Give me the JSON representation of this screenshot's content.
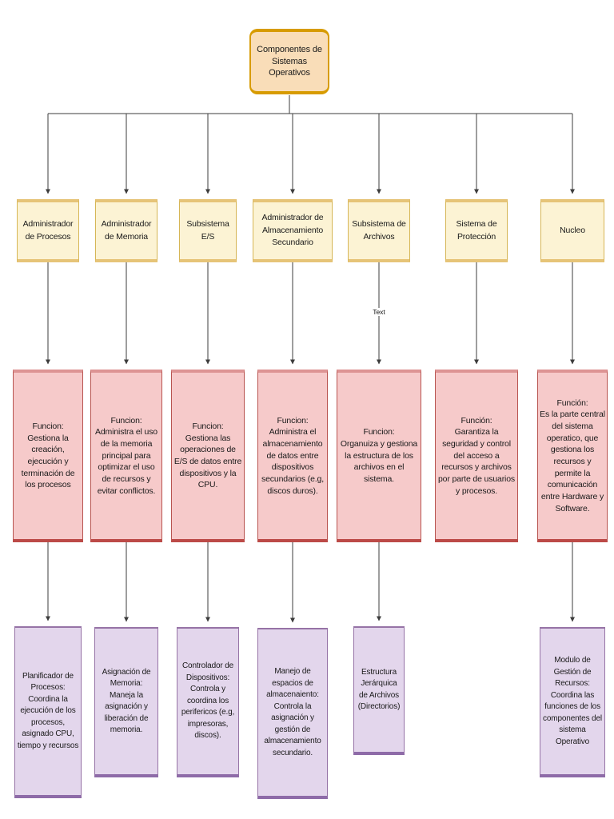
{
  "diagram": {
    "title": "Componentes de Sistemas Operativos",
    "root": {
      "label": "Componentes de Sistemas Operativos"
    },
    "connector_label": "Text",
    "columns": [
      {
        "component": "Administrador de Procesos",
        "function": "Funcion:\nGestiona la creación, ejecución y terminación de los procesos",
        "module": "Planificador de Procesos:\nCoordina la ejecución de los procesos, asignado CPU, tiempo y recursos"
      },
      {
        "component": "Administrador de Memoria",
        "function": "Funcion:\nAdministra el uso de la memoria principal para optimizar el uso de recursos y evitar conflictos.",
        "module": "Asignación de Memoria:\nManeja la asignación y liberación de memoria."
      },
      {
        "component": "Subsistema E/S",
        "function": "Funcion:\nGestiona las operaciones de E/S de datos entre dispositivos y la CPU.",
        "module": "Controlador de Dispositivos:\nControla y coordina los perifericos (e.g, impresoras, discos)."
      },
      {
        "component": "Administrador de Almacenamiento Secundario",
        "function": "Funcion:\nAdministra el almacenamiento de datos entre dispositivos secundarios (e.g, discos duros).",
        "module": "Manejo de espacios de almacenaiento:\nControla la asignación y gestión de almacenamiento secundario."
      },
      {
        "component": "Subsistema de Archivos",
        "function": "Funcion:\nOrganuiza y gestiona la estructura de los archivos en el sistema.",
        "module": "Estructura Jerárquica de Archivos (Directorios)"
      },
      {
        "component": "Sistema de Protección",
        "function": "Función:\nGarantiza la seguridad y control del acceso a recursos y archivos por parte de usuarios y procesos.",
        "module": null
      },
      {
        "component": "Nucleo",
        "function": "Función:\nEs la parte central del sistema operatico, que gestiona los recursos y permite la comunicación entre Hardware y Software.",
        "module": "Modulo de Gestión de Recursos:\nCoordina las funciones de los componentes del sistema Operativo"
      }
    ]
  },
  "colors": {
    "root_fill": "#f9ddb8",
    "root_stroke": "#d79b00",
    "component_fill": "#fcf3d4",
    "component_stroke": "#d6b656",
    "component_band": "#e6c478",
    "function_fill": "#f6caca",
    "function_stroke": "#b85450",
    "function_band_top": "#dd9494",
    "function_band_bottom": "#bc4a47",
    "module_fill": "#e3d6ec",
    "module_stroke": "#9673a6",
    "module_band": "#8e6ba8",
    "line": "#3c3c3c"
  }
}
